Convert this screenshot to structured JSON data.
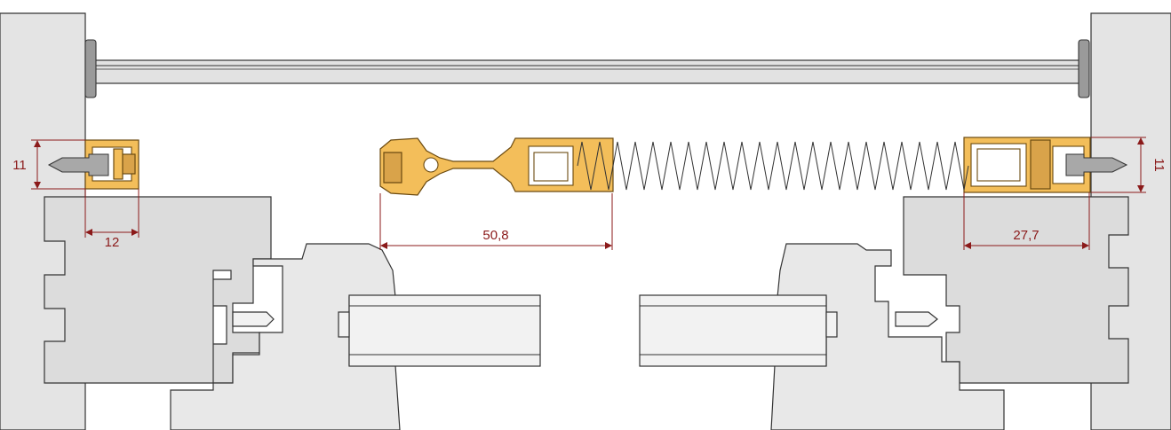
{
  "dimensions": {
    "left_height": "11",
    "left_width": "12",
    "center_width": "50,8",
    "right_width": "27,7",
    "right_height": "11"
  },
  "colors": {
    "dimension": "#8b1a1a",
    "gold_profile": "#f3be5a",
    "wall": "#e4e4e4",
    "panel": "#dcdcdc"
  }
}
